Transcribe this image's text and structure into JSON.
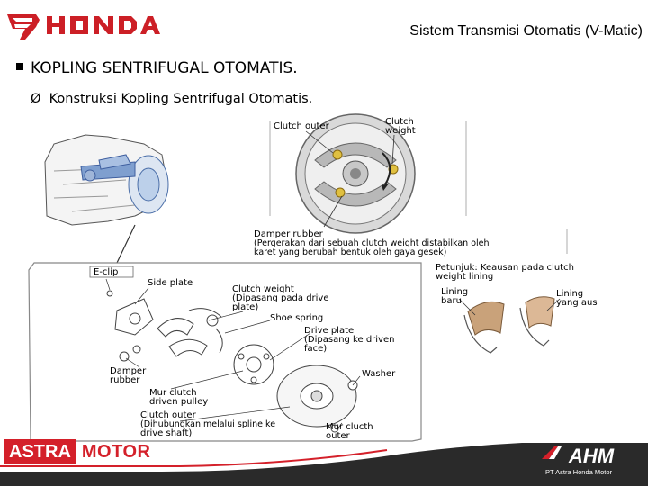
{
  "header": {
    "brand": "HONDA",
    "title": "Sistem Transmisi Otomatis (V-Matic)"
  },
  "content": {
    "heading": "KOPLING SENTRIFUGAL OTOMATIS.",
    "subheading_marker": "Ø",
    "subheading": "Konstruksi Kopling Sentrifugal Otomatis."
  },
  "figure_labels": {
    "clutch_outer_top": "Clutch outer",
    "clutch_weight_top_1": "Clutch",
    "clutch_weight_top_2": "weight",
    "damper_rubber_top": "Damper rubber",
    "damper_note_1": "(Pergerakan dari sebuah clutch weight distabilkan oleh",
    "damper_note_2": "karet yang berubah bentuk oleh gaya gesek)",
    "petunjuk_1": "Petunjuk: Keausan pada clutch",
    "petunjuk_2": "weight lining",
    "lining_baru_1": "Lining",
    "lining_baru_2": "baru",
    "lining_aus_1": "Lining",
    "lining_aus_2": "yang aus",
    "e_clip": "E-clip",
    "side_plate": "Side plate",
    "clutch_weight_1": "Clutch weight",
    "clutch_weight_2": "(Dipasang pada drive",
    "clutch_weight_3": "plate)",
    "shoe_spring": "Shoe spring",
    "drive_plate_1": "Drive plate",
    "drive_plate_2": "(Dipasang ke driven",
    "drive_plate_3": "face)",
    "damper_rubber_1": "Damper",
    "damper_rubber_2": "rubber",
    "washer": "Washer",
    "mur_clutch_pulley_1": "Mur clutch",
    "mur_clutch_pulley_2": "driven pulley",
    "clutch_outer_1": "Clutch outer",
    "clutch_outer_2": "(Dihubungkan melalui spline ke",
    "clutch_outer_3": "drive shaft)",
    "mur_clutch_outer_1": "Mur clucth",
    "mur_clutch_outer_2": "outer"
  },
  "footer": {
    "astra_part1": "ASTRA",
    "astra_part2": "MOTOR",
    "ahm_logo": "AHM",
    "ahm_caption": "PT Astra Honda Motor"
  },
  "colors": {
    "honda_red": "#cc1f26",
    "astra_red": "#d4202a",
    "ahm_dark": "#2a2a2a",
    "lining_tan": "#c9a27a"
  }
}
